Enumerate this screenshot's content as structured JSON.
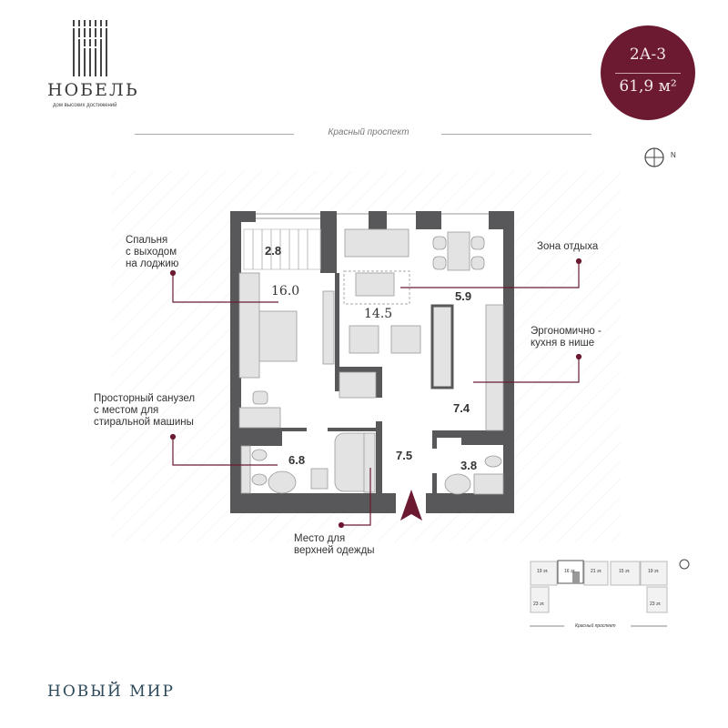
{
  "brand": {
    "name": "НОБЕЛЬ",
    "tagline": "дом высоких достижений"
  },
  "apartment": {
    "code": "2А-3",
    "area": "61,9 м²"
  },
  "street": "Красный проспект",
  "compass": {
    "label": "N"
  },
  "rooms": [
    {
      "name": "loggia",
      "area": "2.8"
    },
    {
      "name": "bedroom",
      "area": "16.0"
    },
    {
      "name": "living",
      "area": "14.5"
    },
    {
      "name": "dining",
      "area": "5.9"
    },
    {
      "name": "kitchen",
      "area": "7.4"
    },
    {
      "name": "bathroom",
      "area": "6.8"
    },
    {
      "name": "hall",
      "area": "7.5"
    },
    {
      "name": "wc",
      "area": "3.8"
    }
  ],
  "notes": {
    "bedroom": "Спальня\nс выходом\nна лоджию",
    "lounge": "Зона отдыха",
    "kitchen": "Эргономично -\nкухня в нише",
    "bathroom": "Просторный санузел\nс местом для\nстиральной машины",
    "wardrobe": "Место для\nверхней одежды"
  },
  "keyplan": {
    "sections": [
      "19 эт.",
      "16 эт.",
      "21 эт.",
      "15 эт.",
      "19 эт.",
      "23 эт.",
      "23 эт."
    ],
    "street": "Красный проспект"
  },
  "project": "НОВЫЙ МИР",
  "colors": {
    "accent": "#6b1a31",
    "wall": "#58585a",
    "furniture": "#e3e3e3"
  }
}
